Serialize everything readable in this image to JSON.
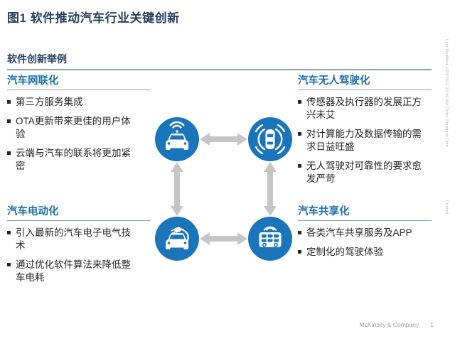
{
  "title": "图1 软件推动汽车行业关键创新",
  "section": {
    "heading": "软件创新举例"
  },
  "quadrants": [
    {
      "heading": "汽车网联化",
      "bullets": [
        "第三方服务集成",
        "OTA更新带来更佳的用户体验",
        "云端与汽车的联系将更加紧密"
      ]
    },
    {
      "heading": "汽车无人驾驶化",
      "bullets": [
        "传感器及执行器的发展正方兴未艾",
        "对计算能力及数据传输的需求日益旺盛",
        "无人驾驶对可靠性的要求愈发严苛"
      ]
    },
    {
      "heading": "汽车电动化",
      "bullets": [
        "引入最新的汽车电子电气技术",
        "通过优化软件算法来降低整车电耗"
      ]
    },
    {
      "heading": "汽车共享化",
      "bullets": [
        "各类汽车共享服务及APP",
        "定制化的驾驶体验"
      ]
    }
  ],
  "diagram": {
    "icons": [
      "connected-car-wifi-icon",
      "autonomous-car-radar-icon",
      "electric-car-plug-icon",
      "shared-bus-wifi-icon"
    ],
    "connections": "four double-headed arrows forming a square loop"
  },
  "footer": {
    "company": "McKinsey & Company",
    "page": "1"
  },
  "edge_text": {
    "top": "Last Modified 1/20/2013 10:40 AM China Standard Time",
    "bottom": "Printed"
  },
  "colors": {
    "navy": "#25405f",
    "heading_blue": "#1c6fa6",
    "circle_blue": "#1b75bb",
    "arrow_gray": "#c5c5c7",
    "rule_gray": "#8fa0a8",
    "text_dark": "#262626",
    "footer_gray": "#9a9fa3",
    "side_text_gray": "#b3b3b3"
  }
}
